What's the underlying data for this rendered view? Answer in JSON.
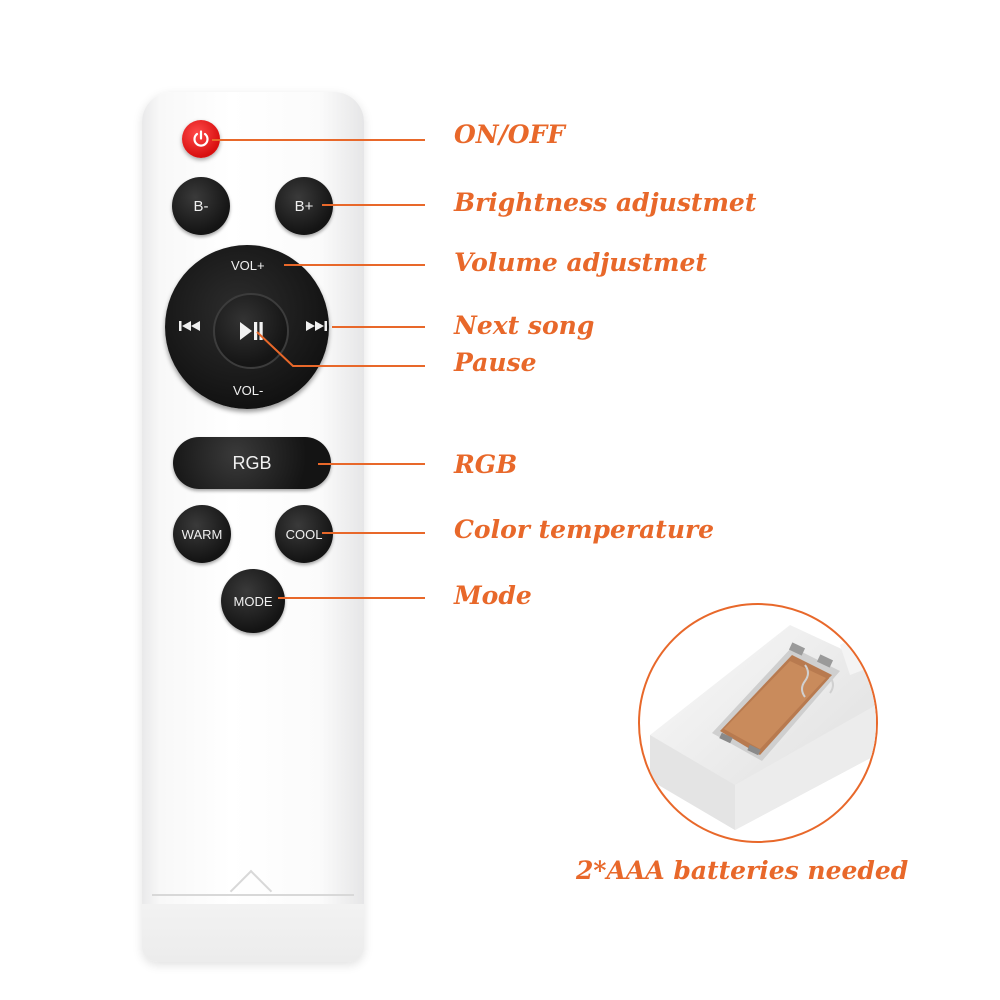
{
  "remote": {
    "power_icon": "power-icon",
    "buttons": {
      "brightness_down": "B-",
      "brightness_up": "B+",
      "vol_up": "VOL+",
      "vol_down": "VOL-",
      "play_pause_icon": "play-pause-icon",
      "prev_icon": "previous-track-icon",
      "next_icon": "next-track-icon",
      "rgb": "RGB",
      "warm": "WARM",
      "cool": "COOL",
      "mode": "MODE"
    }
  },
  "callouts": {
    "on_off": "ON/OFF",
    "brightness": "Brightness adjustmet",
    "volume": "Volume adjustmet",
    "next_song": "Next song",
    "pause": "Pause",
    "rgb": "RGB",
    "color_temperature": "Color temperature",
    "mode": "Mode"
  },
  "battery": {
    "note": "2*AAA batteries needed"
  },
  "colors": {
    "accent": "#e8682a",
    "power_button": "#e01515",
    "button": "#1a1a1a"
  }
}
